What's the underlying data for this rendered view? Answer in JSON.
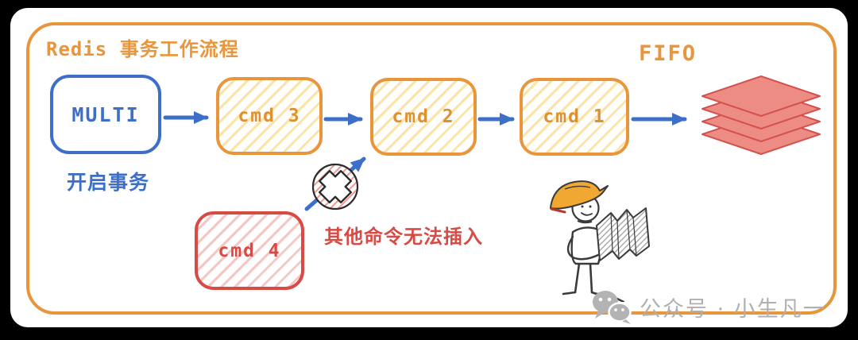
{
  "diagram": {
    "title": "Redis 事务工作流程",
    "fifo_label": "FIFO",
    "nodes": {
      "multi": {
        "label": "MULTI",
        "caption": "开启事务"
      },
      "cmd3": {
        "label": "cmd 3"
      },
      "cmd2": {
        "label": "cmd 2"
      },
      "cmd1": {
        "label": "cmd 1"
      },
      "cmd4": {
        "label": "cmd 4"
      }
    },
    "blocked_note": "其他命令无法插入",
    "icons": {
      "queue": "fifo-stack-icon",
      "blocked": "blocked-cross-icon",
      "worker": "worker-with-map-illustration",
      "wechat": "wechat-icon"
    },
    "colors": {
      "frame_orange": "#E8953B",
      "flow_blue": "#3D6FC8",
      "alert_red": "#D84B45",
      "stack_fill": "#EC8C85",
      "stack_stroke": "#D4524C",
      "watermark_gray": "#B0B0B0"
    }
  },
  "watermark": {
    "text": "公众号 · 小生凡一"
  }
}
